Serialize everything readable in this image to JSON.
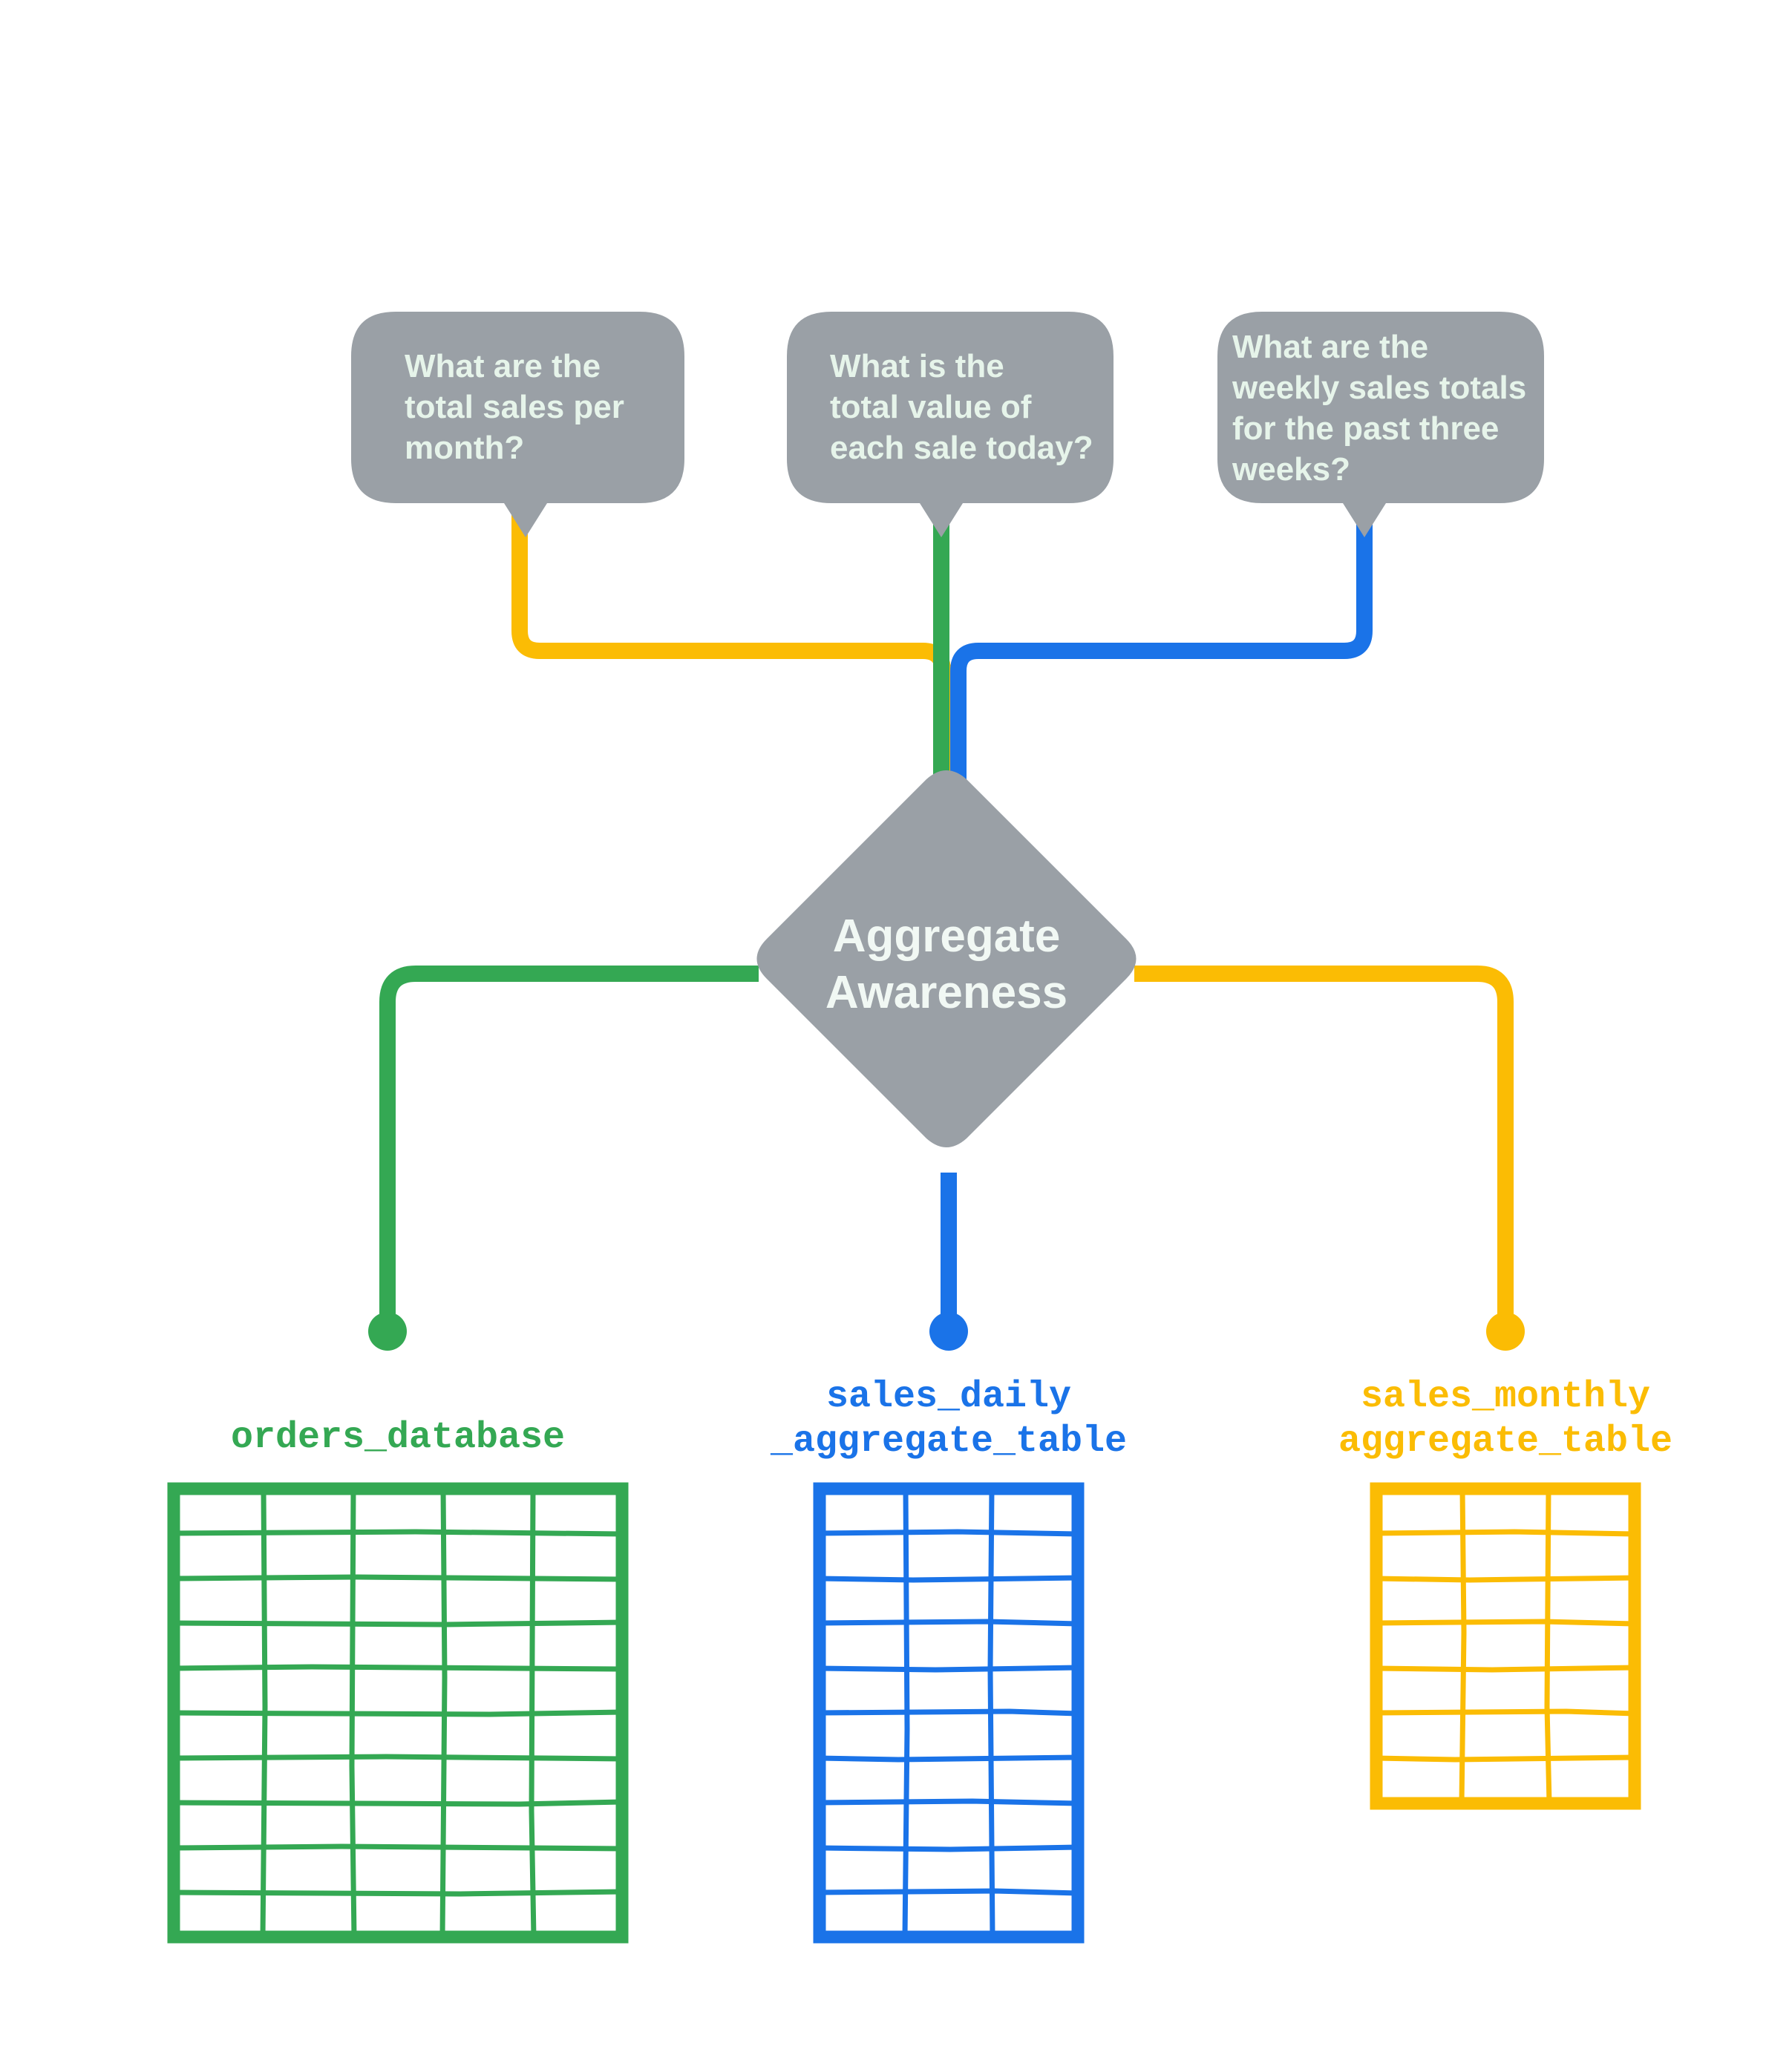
{
  "diagram": {
    "title": "Aggregate Awareness",
    "background_color": "#FFFFFF",
    "bubble_fill": "#9AA0A6",
    "bubble_text_color": "#E6F4EA",
    "node_fill": "#9AA0A6",
    "node_text_color": "#F1F8F4"
  },
  "questions": [
    {
      "id": "q-monthly",
      "color": "#FBBC04",
      "color_name": "yellow",
      "lines": [
        "What are the",
        "total sales per",
        "month?"
      ],
      "full_text": "What are the total sales per month?"
    },
    {
      "id": "q-daily",
      "color": "#34A853",
      "color_name": "green",
      "lines": [
        "What is the",
        "total value of",
        "each sale today?"
      ],
      "full_text": "What is the total value of each sale today?"
    },
    {
      "id": "q-weekly",
      "color": "#1A73E8",
      "color_name": "blue",
      "lines": [
        "What are the",
        "weekly sales totals",
        "for the past three",
        "weeks?"
      ],
      "full_text": "What are the weekly sales totals for the past three weeks?"
    }
  ],
  "center_node": {
    "label_lines": [
      "Aggregate",
      "Awareness"
    ],
    "label": "Aggregate Awareness",
    "shape": "diamond"
  },
  "sources": [
    {
      "id": "src-orders",
      "color": "#34A853",
      "color_name": "green",
      "label_lines": [
        "orders_database"
      ],
      "label": "orders_database",
      "columns": 5,
      "rows": 10
    },
    {
      "id": "src-daily",
      "color": "#1A73E8",
      "color_name": "blue",
      "label_lines": [
        "sales_daily",
        "_aggregate_table"
      ],
      "label": "sales_daily_aggregate_table",
      "columns": 3,
      "rows": 10
    },
    {
      "id": "src-monthly",
      "color": "#FBBC04",
      "color_name": "yellow",
      "label_lines": [
        "sales_monthly",
        "aggregate_table"
      ],
      "label": "sales_monthly_aggregate_table",
      "columns": 3,
      "rows": 7
    }
  ],
  "connectors": [
    {
      "id": "conn-q-monthly",
      "from": "q-monthly",
      "to": "center_node",
      "color": "#FBBC04"
    },
    {
      "id": "conn-q-daily",
      "from": "q-daily",
      "to": "center_node",
      "color": "#34A853"
    },
    {
      "id": "conn-q-weekly",
      "from": "q-weekly",
      "to": "center_node",
      "color": "#1A73E8"
    },
    {
      "id": "conn-src-orders",
      "from": "center_node",
      "to": "src-orders",
      "color": "#34A853"
    },
    {
      "id": "conn-src-daily",
      "from": "center_node",
      "to": "src-daily",
      "color": "#1A73E8"
    },
    {
      "id": "conn-src-monthly",
      "from": "center_node",
      "to": "src-monthly",
      "color": "#FBBC04"
    }
  ]
}
